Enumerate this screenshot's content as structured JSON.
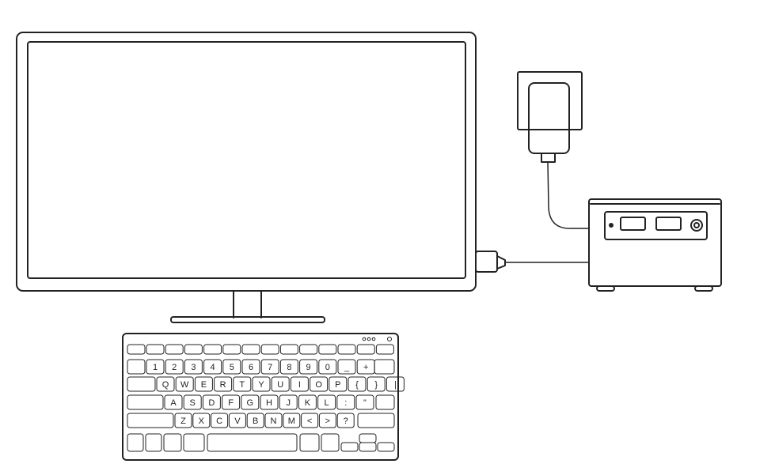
{
  "keyboard": {
    "rows": [
      [
        "1",
        "2",
        "3",
        "4",
        "5",
        "6",
        "7",
        "8",
        "9",
        "0",
        "_",
        "+"
      ],
      [
        "Q",
        "W",
        "E",
        "R",
        "T",
        "Y",
        "U",
        "I",
        "O",
        "P",
        "{",
        "}",
        "|"
      ],
      [
        "A",
        "S",
        "D",
        "F",
        "G",
        "H",
        "J",
        "K",
        "L",
        ":",
        "\""
      ],
      [
        "Z",
        "X",
        "C",
        "V",
        "B",
        "N",
        "M",
        "<",
        ">",
        "?"
      ]
    ]
  },
  "colors": {
    "stroke": "#222222",
    "background": "#ffffff"
  }
}
